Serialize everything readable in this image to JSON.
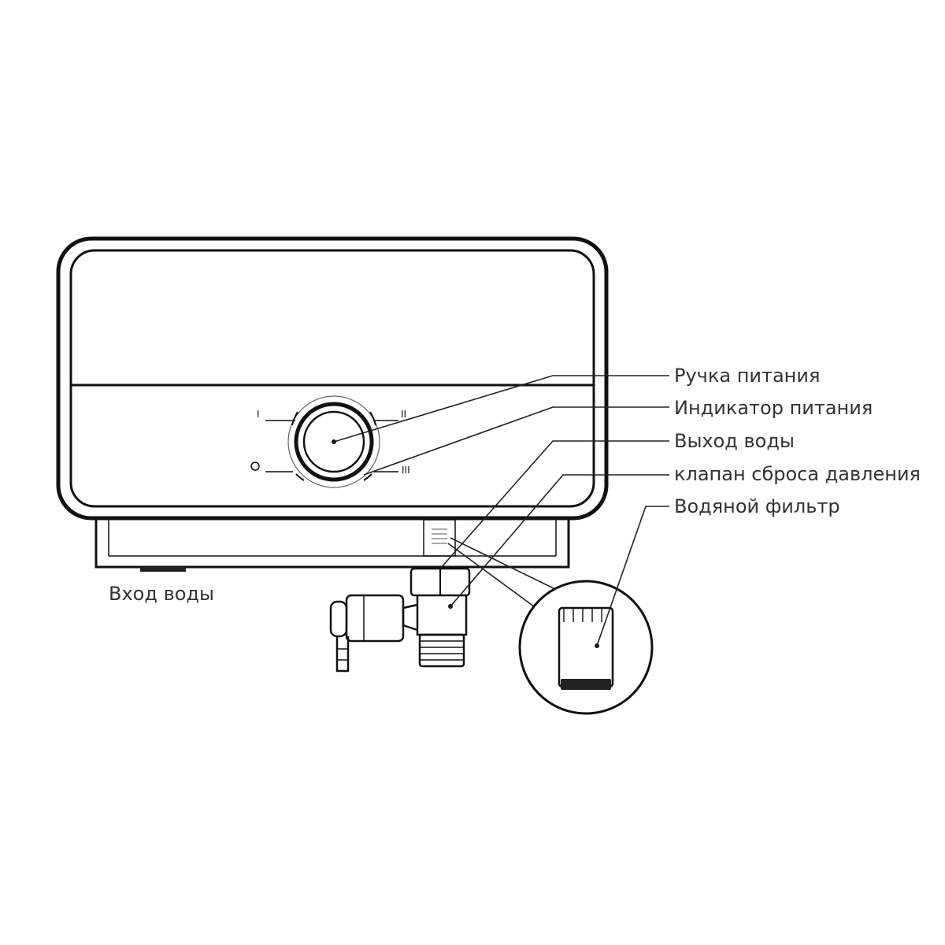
{
  "callouts": {
    "power_knob": "Ручка питания",
    "power_indicator": "Индикатор питания",
    "water_outlet": "Выход воды",
    "pressure_relief_valve": "клапан сброса давления",
    "water_filter": "Водяной фильтр",
    "water_inlet": "Вход воды"
  },
  "dial_marks": {
    "position_1": "I",
    "position_2": "II",
    "position_3": "III"
  }
}
